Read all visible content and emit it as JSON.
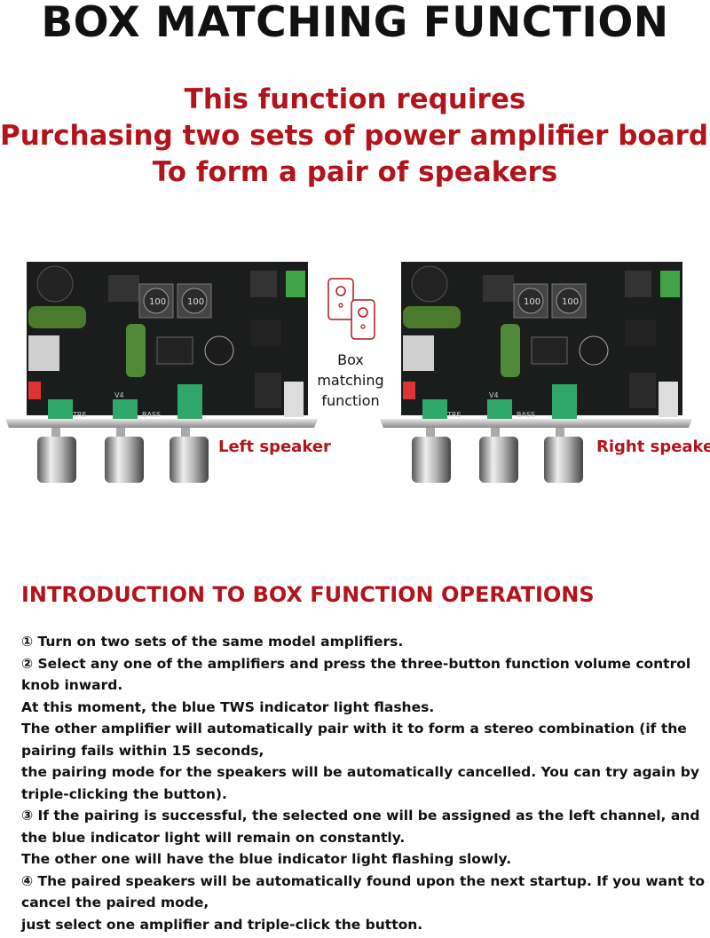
{
  "title": "BOX MATCHING FUNCTION",
  "requirement": {
    "lines": [
      "This function requires",
      "Purchasing two sets of power amplifier boards",
      "To form a pair of speakers"
    ],
    "color": "#b3141b"
  },
  "figure": {
    "center_label": [
      "Box",
      "matching",
      "function"
    ],
    "left_label": "Left speaker",
    "right_label": "Right speaker",
    "board_marks": {
      "tre": "TRE",
      "bass": "BASS",
      "v4": "V4",
      "inductor_a": "100",
      "inductor_b": "100"
    }
  },
  "intro_heading": "INTRODUCTION TO BOX FUNCTION OPERATIONS",
  "steps": [
    "① Turn on two sets of the same model amplifiers.",
    "② Select any one of the amplifiers and press the three-button function volume control",
    "knob inward.",
    "At this moment, the blue TWS indicator light flashes.",
    "The other amplifier will automatically pair with it to form a stereo combination (if the",
    "pairing fails within 15 seconds,",
    "the pairing mode for the speakers will be automatically cancelled. You can try again by",
    "triple-clicking the button).",
    "③ If the pairing is successful, the selected one will be assigned as the left channel, and",
    "the blue indicator light will remain on constantly.",
    "The other one will have the blue indicator light flashing slowly.",
    "④ The paired speakers will be automatically found upon the next startup. If you want to",
    "cancel the paired mode,",
    "just select one amplifier and triple-click the button."
  ]
}
